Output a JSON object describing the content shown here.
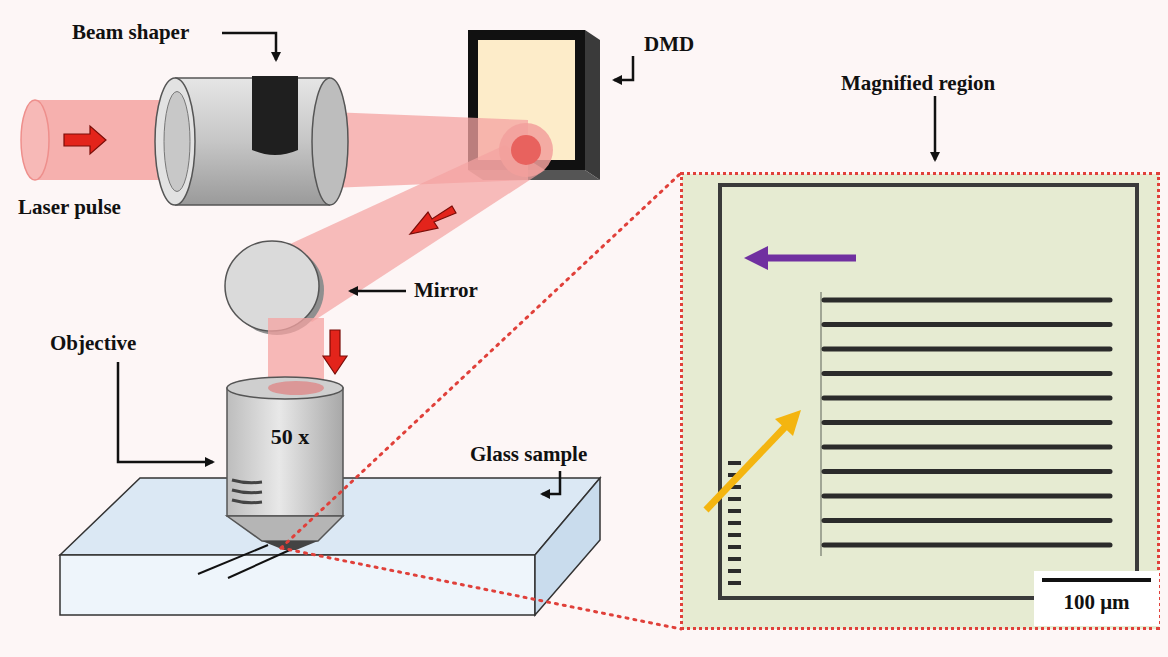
{
  "diagram": {
    "nodes": [
      {
        "text": [
          "50 x"
        ]
      },
      {
        "text": [
          "Magnified region"
        ]
      },
      {
        "text": [
          "100 μm"
        ],
        "in": 1
      }
    ],
    "edges": [
      {
        "from": 0,
        "to": 1,
        "arrow": "none"
      },
      {
        "from": 0,
        "to": 1,
        "arrow": "none"
      }
    ],
    "labels": [
      "Beam shaper",
      "DMD",
      "Laser pulse",
      "Mirror",
      "Objective",
      "Glass sample"
    ]
  }
}
